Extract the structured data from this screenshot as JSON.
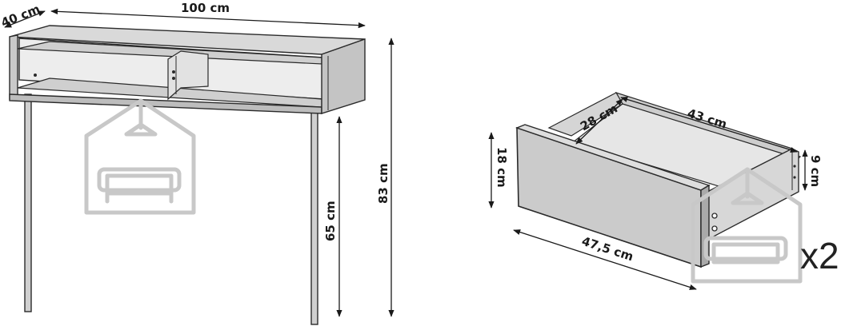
{
  "colors": {
    "line": "#2a2a2a",
    "panel_light": "#ececec",
    "panel_mid": "#d9d9d9",
    "panel_dark": "#c4c4c4",
    "watermark": "#c8c8c8"
  },
  "icons": [
    "house-sofa-watermark-icon"
  ],
  "console": {
    "width_label": "100 cm",
    "depth_label": "40 cm",
    "total_height_label": "83 cm",
    "leg_height_label": "65 cm"
  },
  "drawer": {
    "inner_depth_label": "28 cm",
    "inner_width_label": "43 cm",
    "front_height_label": "18 cm",
    "side_height_label": "9 cm",
    "front_width_label": "47,5 cm",
    "quantity_label": "x2"
  }
}
